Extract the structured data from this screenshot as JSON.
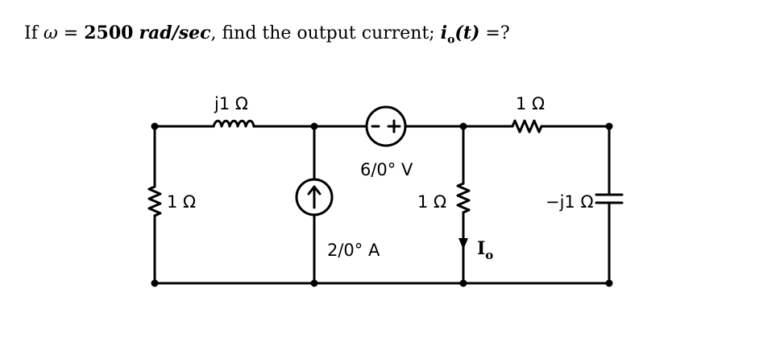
{
  "question": {
    "prefix": "If ",
    "omega_symbol": "ω",
    "equals": " = ",
    "value": "2500",
    "unit": "rad/sec",
    "text": ", find the output current; ",
    "io_symbol": "i",
    "io_sub": "o",
    "io_arg": "(t)",
    "suffix": " =?"
  },
  "circuit": {
    "inductor_label": "j1 Ω",
    "top_right_resistor_label": "1 Ω",
    "left_resistor_label": "1 Ω",
    "voltage_source_label": "6/0° V",
    "middle_resistor_label": "1 Ω",
    "capacitor_label": "−j1 Ω",
    "current_source_label": "2/0° A",
    "output_current_label": "I",
    "output_current_sub": "o"
  }
}
